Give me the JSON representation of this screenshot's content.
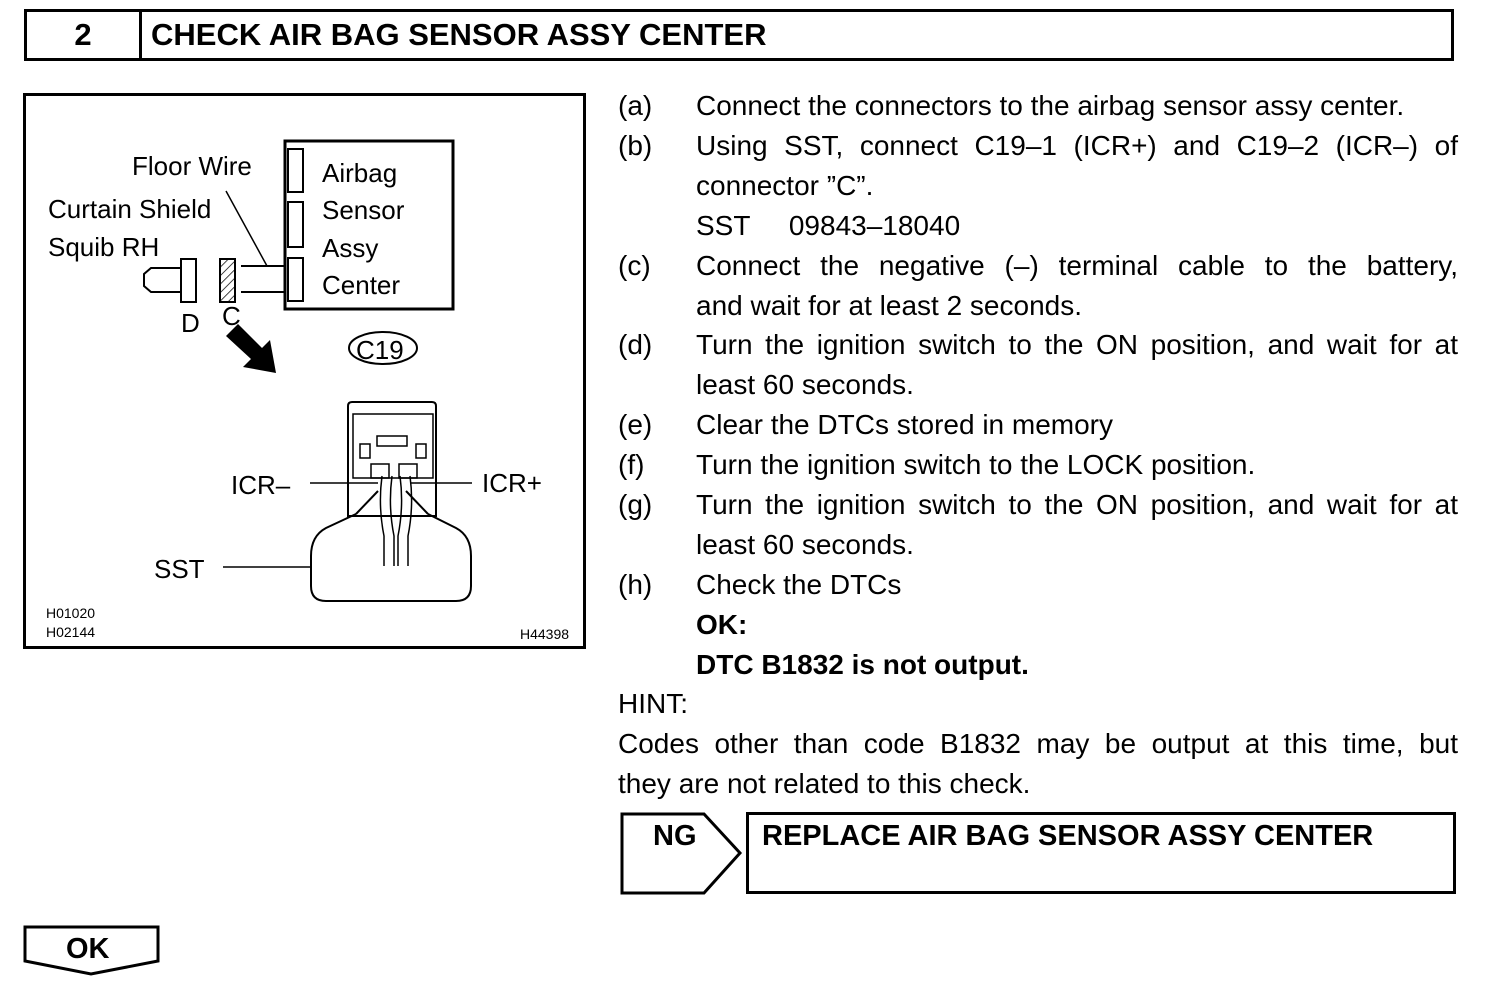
{
  "header": {
    "step_number": "2",
    "title": "CHECK AIR BAG SENSOR ASSY CENTER"
  },
  "figure": {
    "labels": {
      "floor_wire": "Floor Wire",
      "curtain_shield": "Curtain Shield",
      "squib_rh": "Squib RH",
      "airbag": "Airbag",
      "sensor": "Sensor",
      "assy": "Assy",
      "center": "Center",
      "d": "D",
      "c": "C",
      "c19": "C19",
      "icr_minus": "ICR–",
      "icr_plus": "ICR+",
      "sst": "SST"
    },
    "codes": {
      "code1": "H01020",
      "code2": "H02144",
      "code3": "H44398"
    }
  },
  "steps": [
    {
      "letter": "(a)",
      "lines": [
        "Connect the connectors to the airbag sensor assy center."
      ]
    },
    {
      "letter": "(b)",
      "lines": [
        "Using SST, connect C19–1 (ICR+) and C19–2 (ICR–) of",
        "connector ”C”.",
        "SST     09843–18040"
      ]
    },
    {
      "letter": "(c)",
      "lines": [
        "Connect the negative (–) terminal cable to the battery,",
        "and wait for at least 2 seconds."
      ]
    },
    {
      "letter": "(d)",
      "lines": [
        "Turn the ignition switch to the ON position, and wait for at",
        "least 60 seconds."
      ]
    },
    {
      "letter": "(e)",
      "lines": [
        "Clear the DTCs stored in memory"
      ]
    },
    {
      "letter": "(f)",
      "lines": [
        "Turn the ignition switch to the LOCK position."
      ]
    },
    {
      "letter": "(g)",
      "lines": [
        "Turn the ignition switch to the ON position, and wait for at",
        "least 60 seconds."
      ]
    },
    {
      "letter": "(h)",
      "lines": [
        "Check the DTCs"
      ]
    }
  ],
  "result": {
    "ok_label": "OK:",
    "ok_text": "DTC B1832 is not output."
  },
  "hint": {
    "label": "HINT:",
    "line1": "Codes other than code B1832 may be output at this time, but",
    "line2": "they are not related to this check."
  },
  "ng": {
    "label": "NG",
    "action": "REPLACE AIR BAG SENSOR ASSY CENTER"
  },
  "ok_button": {
    "label": "OK"
  }
}
